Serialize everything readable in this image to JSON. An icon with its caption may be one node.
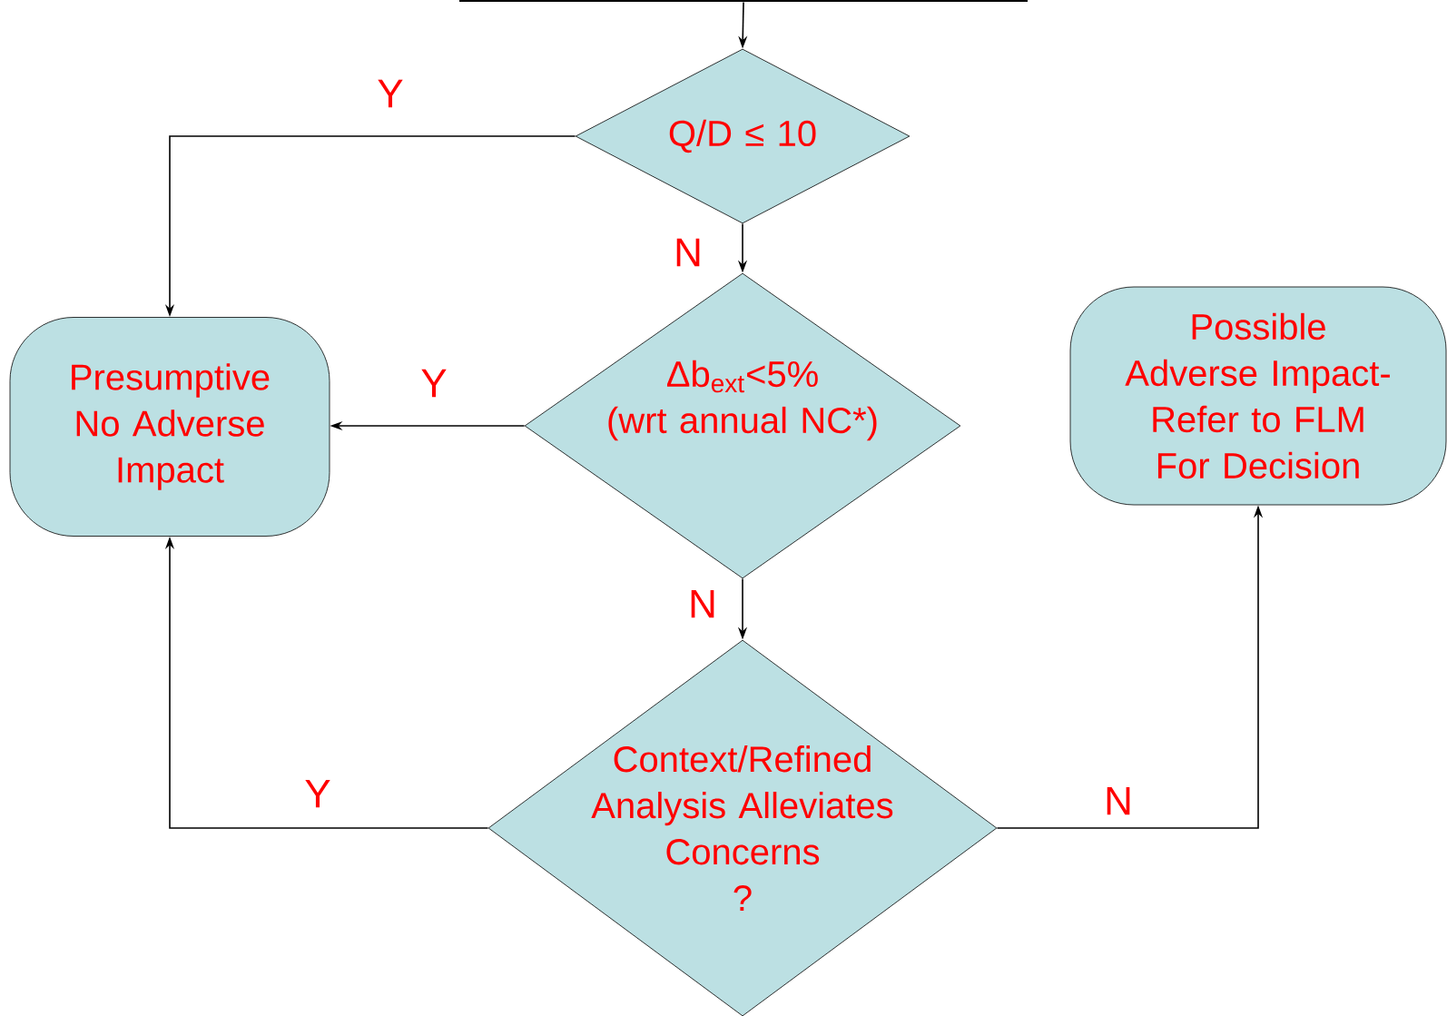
{
  "diagram": {
    "nodes": [
      {
        "text": [],
        "shape": "bar"
      },
      {
        "text": [
          "Q/D ≤ 10"
        ]
      },
      {
        "text": [
          "Δb$_{ext}$<5%",
          "(wrt annual NC*)"
        ]
      },
      {
        "text": [
          "Presumptive No Adverse Impact"
        ]
      },
      {
        "text": [
          "Context/Refined Analysis Alleviates Concerns",
          "?"
        ]
      },
      {
        "text": [
          "Possible Adverse Impact- Refer to FLM For Decision"
        ]
      }
    ],
    "edges": [
      {
        "from": 0,
        "to": 1,
        "arrow": "to"
      },
      {
        "from": 1,
        "to": 3,
        "arrow": "to",
        "label": "Y"
      },
      {
        "from": 1,
        "to": 2,
        "arrow": "to",
        "label": "N"
      },
      {
        "from": 2,
        "to": 3,
        "arrow": "to",
        "label": "Y"
      },
      {
        "from": 2,
        "to": 4,
        "arrow": "to",
        "label": "N"
      },
      {
        "from": 4,
        "to": 3,
        "arrow": "to",
        "label": "Y"
      },
      {
        "from": 4,
        "to": 5,
        "arrow": "to",
        "label": "N"
      }
    ]
  }
}
